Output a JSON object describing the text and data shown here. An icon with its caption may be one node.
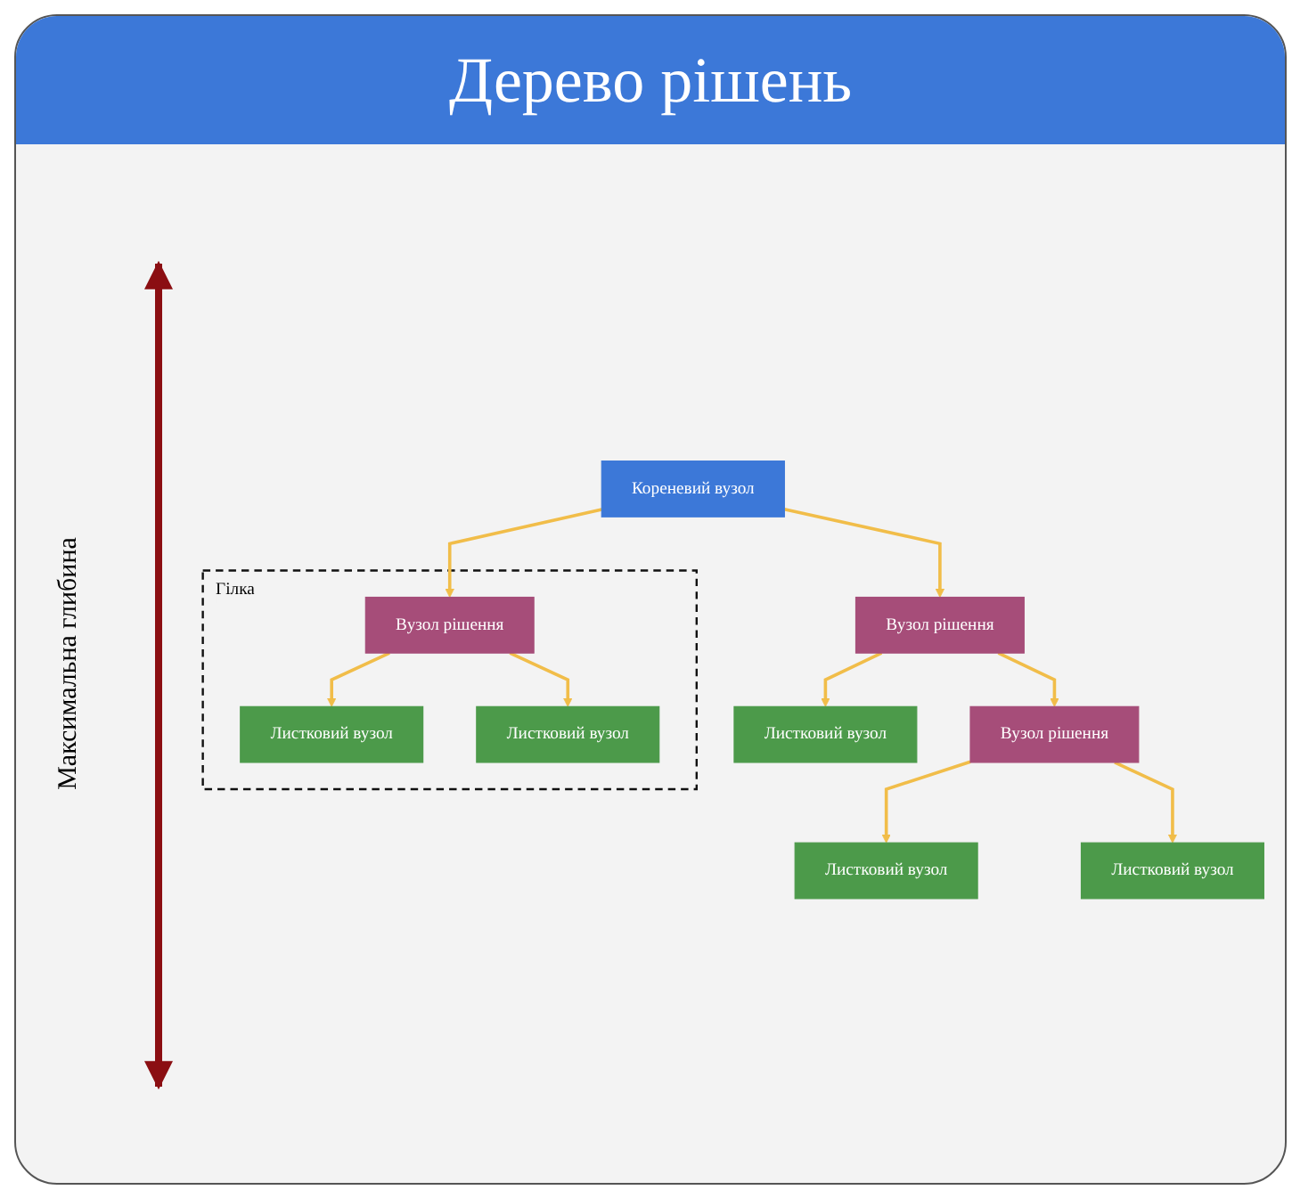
{
  "diagram": {
    "title": "Дерево рішень",
    "nodes": [
      {
        "text": [
          "Кореневий вузол"
        ]
      },
      {
        "text": [
          "Вузол рішення"
        ]
      },
      {
        "text": [
          "Листковий вузол"
        ]
      },
      {
        "text": [
          "Вузол рішення"
        ]
      },
      {
        "text": [
          "Листковий вузол"
        ]
      },
      {
        "text": [
          "Листковий вузол"
        ]
      },
      {
        "text": [
          "Гілка"
        ]
      },
      {
        "text": [
          "Вузол рішення"
        ],
        "in": 6
      },
      {
        "text": [
          "Листковий вузол"
        ],
        "in": 6
      },
      {
        "text": [
          "Листковий вузол"
        ],
        "in": 6
      }
    ],
    "edges": [
      {
        "from": 0,
        "to": 1,
        "arrow": "to"
      },
      {
        "from": 0,
        "to": 7,
        "arrow": "to"
      },
      {
        "from": 1,
        "to": 2,
        "arrow": "to"
      },
      {
        "from": 1,
        "to": 3,
        "arrow": "to"
      },
      {
        "from": 3,
        "to": 4,
        "arrow": "to"
      },
      {
        "from": 3,
        "to": 5,
        "arrow": "to"
      },
      {
        "from": 7,
        "to": 8,
        "arrow": "to"
      },
      {
        "from": 7,
        "to": 9,
        "arrow": "to"
      }
    ],
    "labels": [
      "Максимальна глибина"
    ]
  }
}
